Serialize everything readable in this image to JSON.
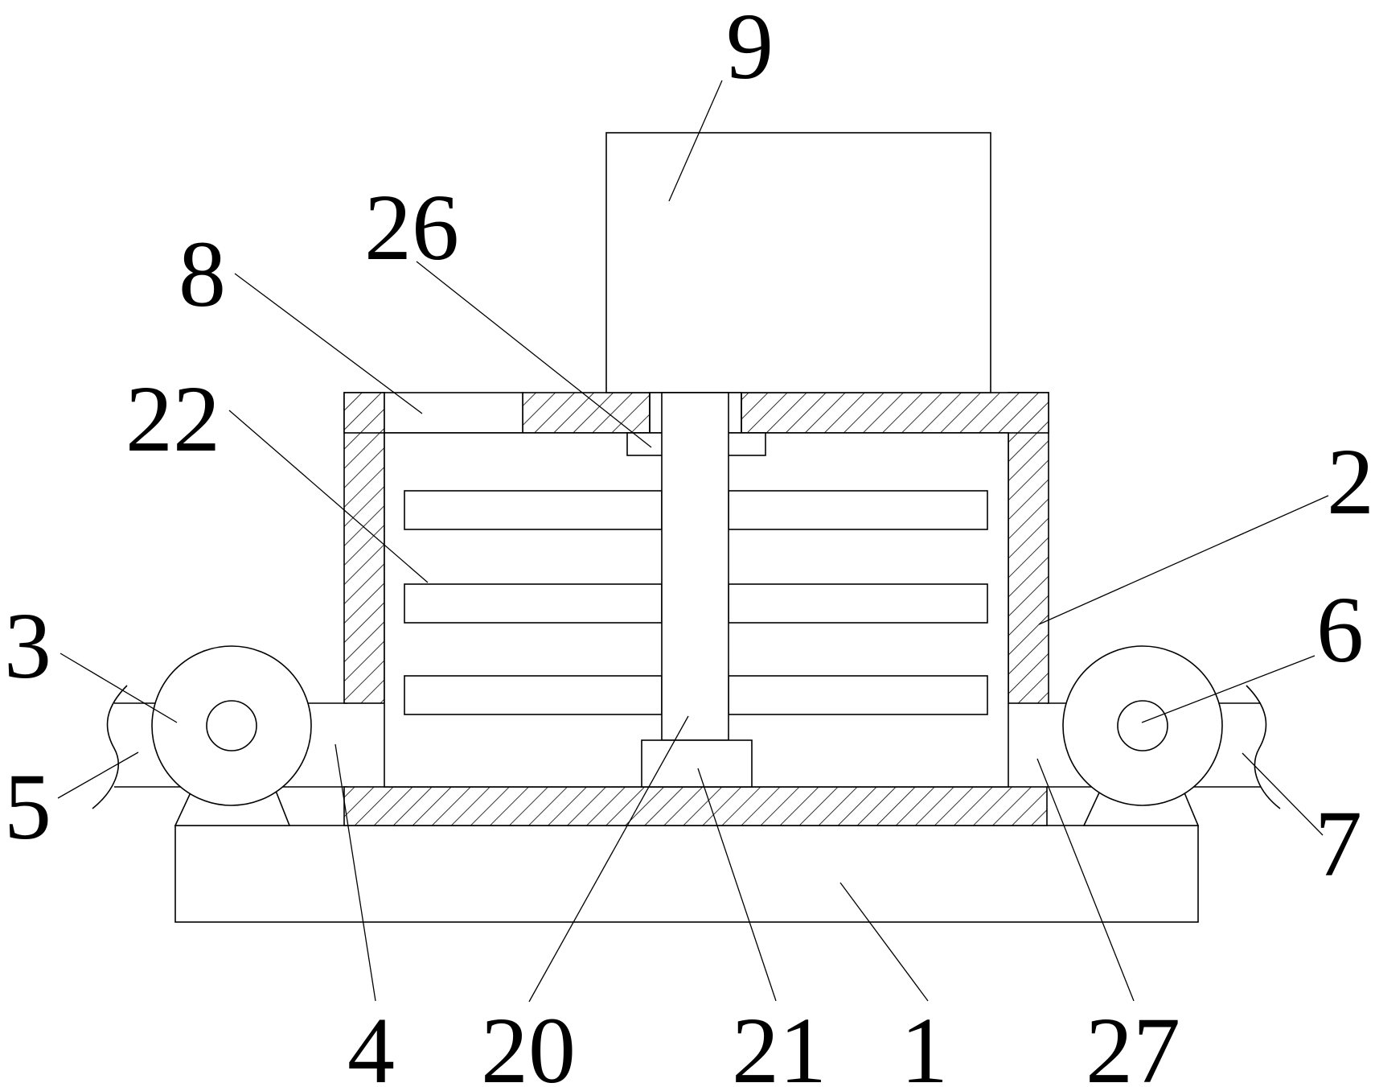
{
  "labels": {
    "l9": "9",
    "l26": "26",
    "l8": "8",
    "l22": "22",
    "l2": "2",
    "l3": "3",
    "l6": "6",
    "l5": "5",
    "l7": "7",
    "l4": "4",
    "l20": "20",
    "l21": "21",
    "l1": "1",
    "l27": "27"
  },
  "colors": {
    "line": "#000000",
    "background": "#ffffff"
  }
}
